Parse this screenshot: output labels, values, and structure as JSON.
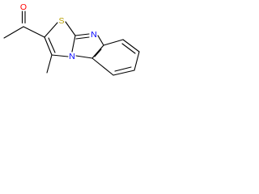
{
  "atoms": {
    "oxygen": "O",
    "sulfur": "S",
    "nitrogen_imine": "N",
    "nitrogen_bridge": "N"
  },
  "colors": {
    "bond": "#000000",
    "oxygen": "#ff0000",
    "sulfur": "#b8a000",
    "nitrogen": "#0000ff",
    "background": "#ffffff"
  }
}
